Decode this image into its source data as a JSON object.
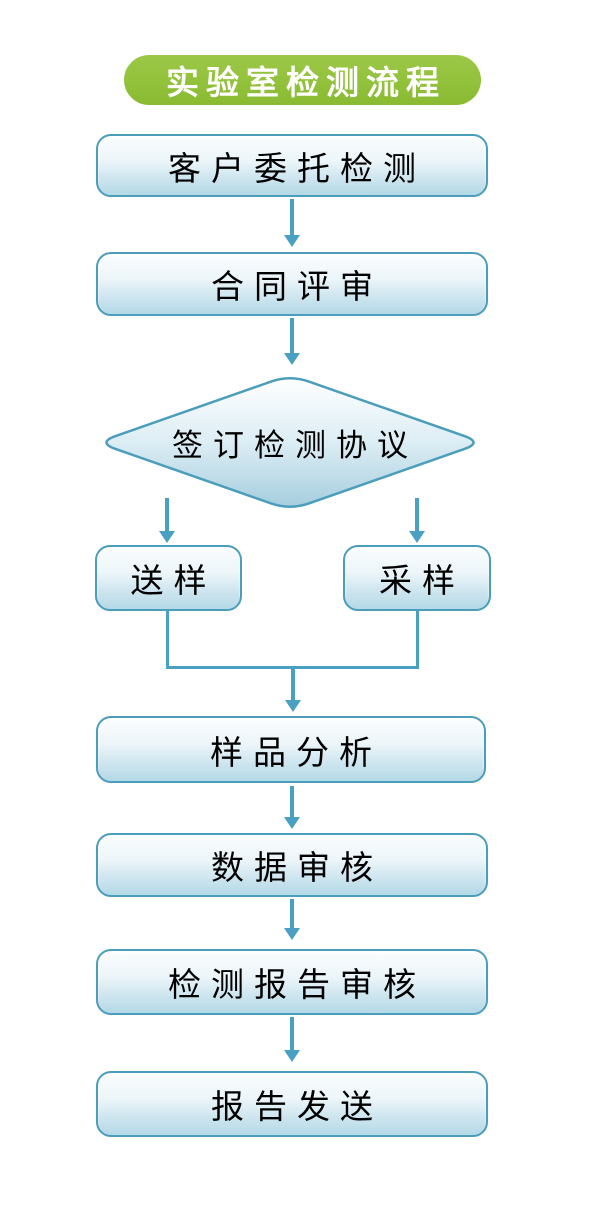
{
  "title": "实验室检测流程",
  "nodes": {
    "step1": "客户委托检测",
    "step2": "合同评审",
    "decision": "签订检测协议",
    "branch_left": "送样",
    "branch_right": "采样",
    "step3": "样品分析",
    "step4": "数据审核",
    "step5": "检测报告审核",
    "step6": "报告发送"
  },
  "colors": {
    "title_bg": "#93C23C",
    "title_text": "#FFFFFF",
    "node_border": "#4A9DBB",
    "node_fill_top": "#FBFDFE",
    "node_fill_bottom": "#B4D9E7",
    "diamond_fill_top": "#FFFFFF",
    "diamond_fill_bottom": "#A6CEDE",
    "arrow": "#4AA0C2",
    "text": "#000000",
    "background": "#FFFFFF"
  }
}
